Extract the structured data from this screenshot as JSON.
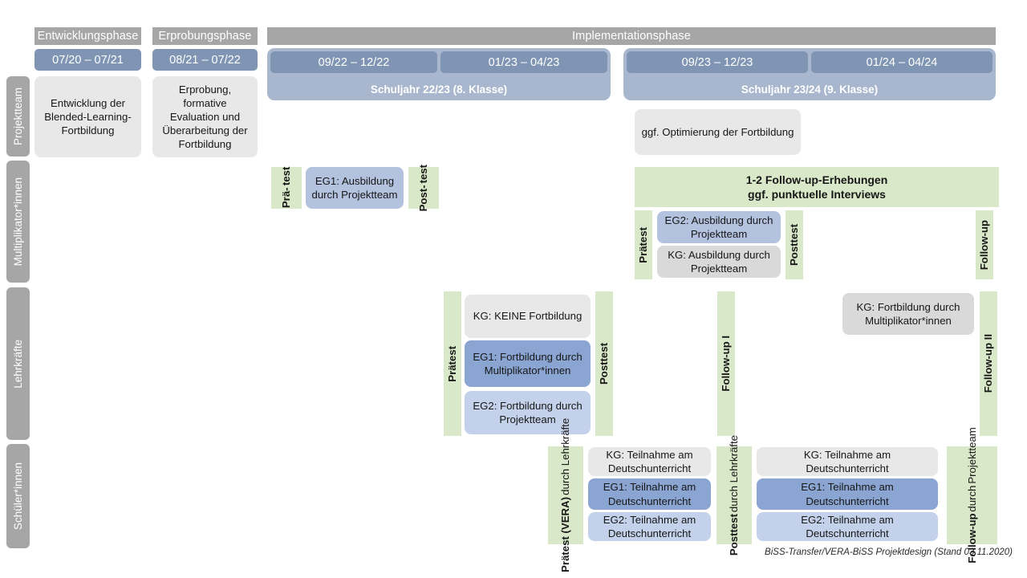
{
  "document": {
    "title": "BiSS-Transfer/VERA-BiSS Projektdesign",
    "footer": "BiSS-Transfer/VERA-BiSS Projektdesign (Stand 03.11.2020)"
  },
  "colors": {
    "phase_header": "#a6a6a6",
    "date_range": "#7f95b3",
    "school_year": "#a8b7ce",
    "green": "#d8e8c8",
    "grey_card": "#e8e8e8",
    "grey_card_alt": "#d9d9d9",
    "blue_mid": "#b3c2de",
    "blue_dark": "#8aa5d2",
    "blue_light": "#c3d2ea",
    "side_label": "#a6a6a6"
  },
  "phases": [
    {
      "label": "Entwicklungsphase"
    },
    {
      "label": "Erprobungsphase"
    },
    {
      "label": "Implementationsphase"
    }
  ],
  "date_ranges": [
    {
      "label": "07/20 – 07/21"
    },
    {
      "label": "08/21 – 07/22"
    },
    {
      "label": "09/22 – 12/22"
    },
    {
      "label": "01/23 – 04/23"
    },
    {
      "label": "09/23 – 12/23"
    },
    {
      "label": "01/24 – 04/24"
    }
  ],
  "school_years": [
    {
      "label": "Schuljahr 22/23 (8. Klasse)"
    },
    {
      "label": "Schuljahr 23/24 (9. Klasse)"
    }
  ],
  "rows": [
    {
      "label": "Projektteam"
    },
    {
      "label": "Multiplikator*innen"
    },
    {
      "label": "Lehrkräfte"
    },
    {
      "label": "Schüler*innen"
    }
  ],
  "projektteam": {
    "entwicklung_card": "Entwicklung der Blended-Learning-Fortbildung",
    "erprobung_card": "Erprobung, formative Evaluation und Überarbeitung der Fortbildung",
    "optimierung_card": "ggf. Optimierung der Fortbildung"
  },
  "multiplikatoren": {
    "praetest_1_line1": "Prä-",
    "praetest_1_line2": "test",
    "eg1_card": "EG1: Ausbildung durch Projektteam",
    "posttest_1_line1": "Post-",
    "posttest_1_line2": "test",
    "followup_band_line1": "1-2 Follow-up-Erhebungen",
    "followup_band_line2": "ggf. punktuelle Interviews",
    "praetest_2": "Prätest",
    "eg2_card": "EG2: Ausbildung durch Projektteam",
    "kg_card": "KG: Ausbildung durch Projektteam",
    "posttest_2": "Posttest",
    "followup": "Follow-up"
  },
  "lehrkraefte": {
    "praetest": "Prätest",
    "kg_card": "KG:  KEINE Fortbildung",
    "eg1_card": "EG1: Fortbildung durch Multiplikator*innen",
    "eg2_card": "EG2: Fortbildung durch Projektteam",
    "posttest": "Posttest",
    "followup_1": "Follow-up I",
    "kg_fortbildung_card": "KG: Fortbildung durch Multiplikator*innen",
    "followup_2": "Follow-up II"
  },
  "schueler": {
    "praetest_main": "Prätest (VERA)",
    "praetest_sub": "durch Lehrkräfte",
    "kg_card_1": "KG: Teilnahme am Deutschunterricht",
    "eg1_card_1": "EG1: Teilnahme am Deutschunterricht",
    "eg2_card_1": "EG2: Teilnahme am Deutschunterricht",
    "posttest_main": "Posttest",
    "posttest_sub": "durch Lehrkräfte",
    "kg_card_2": "KG: Teilnahme am Deutschunterricht",
    "eg1_card_2": "EG1: Teilnahme am Deutschunterricht",
    "eg2_card_2": "EG2: Teilnahme am Deutschunterricht",
    "followup_main": "Follow-up",
    "followup_sub1": "durch",
    "followup_sub2": "Projektteam"
  }
}
